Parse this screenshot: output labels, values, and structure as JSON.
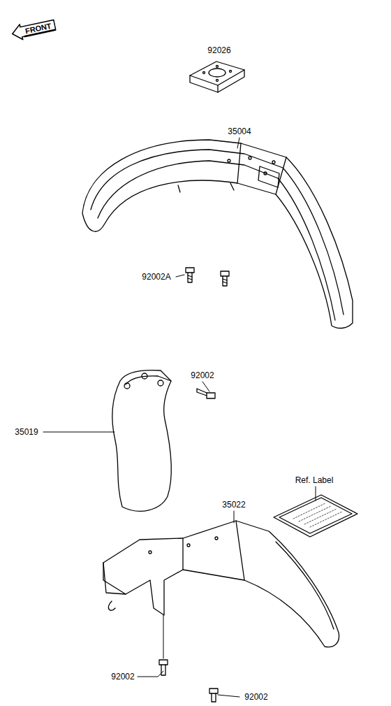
{
  "diagram": {
    "nodes": [
      {
        "text": [
          "FRONT"
        ]
      }
    ],
    "edges": [],
    "labels": [
      "92026",
      "35004",
      "92002A",
      "92002",
      "35019",
      "Ref. Label",
      "35022",
      "92002",
      "92002"
    ]
  }
}
